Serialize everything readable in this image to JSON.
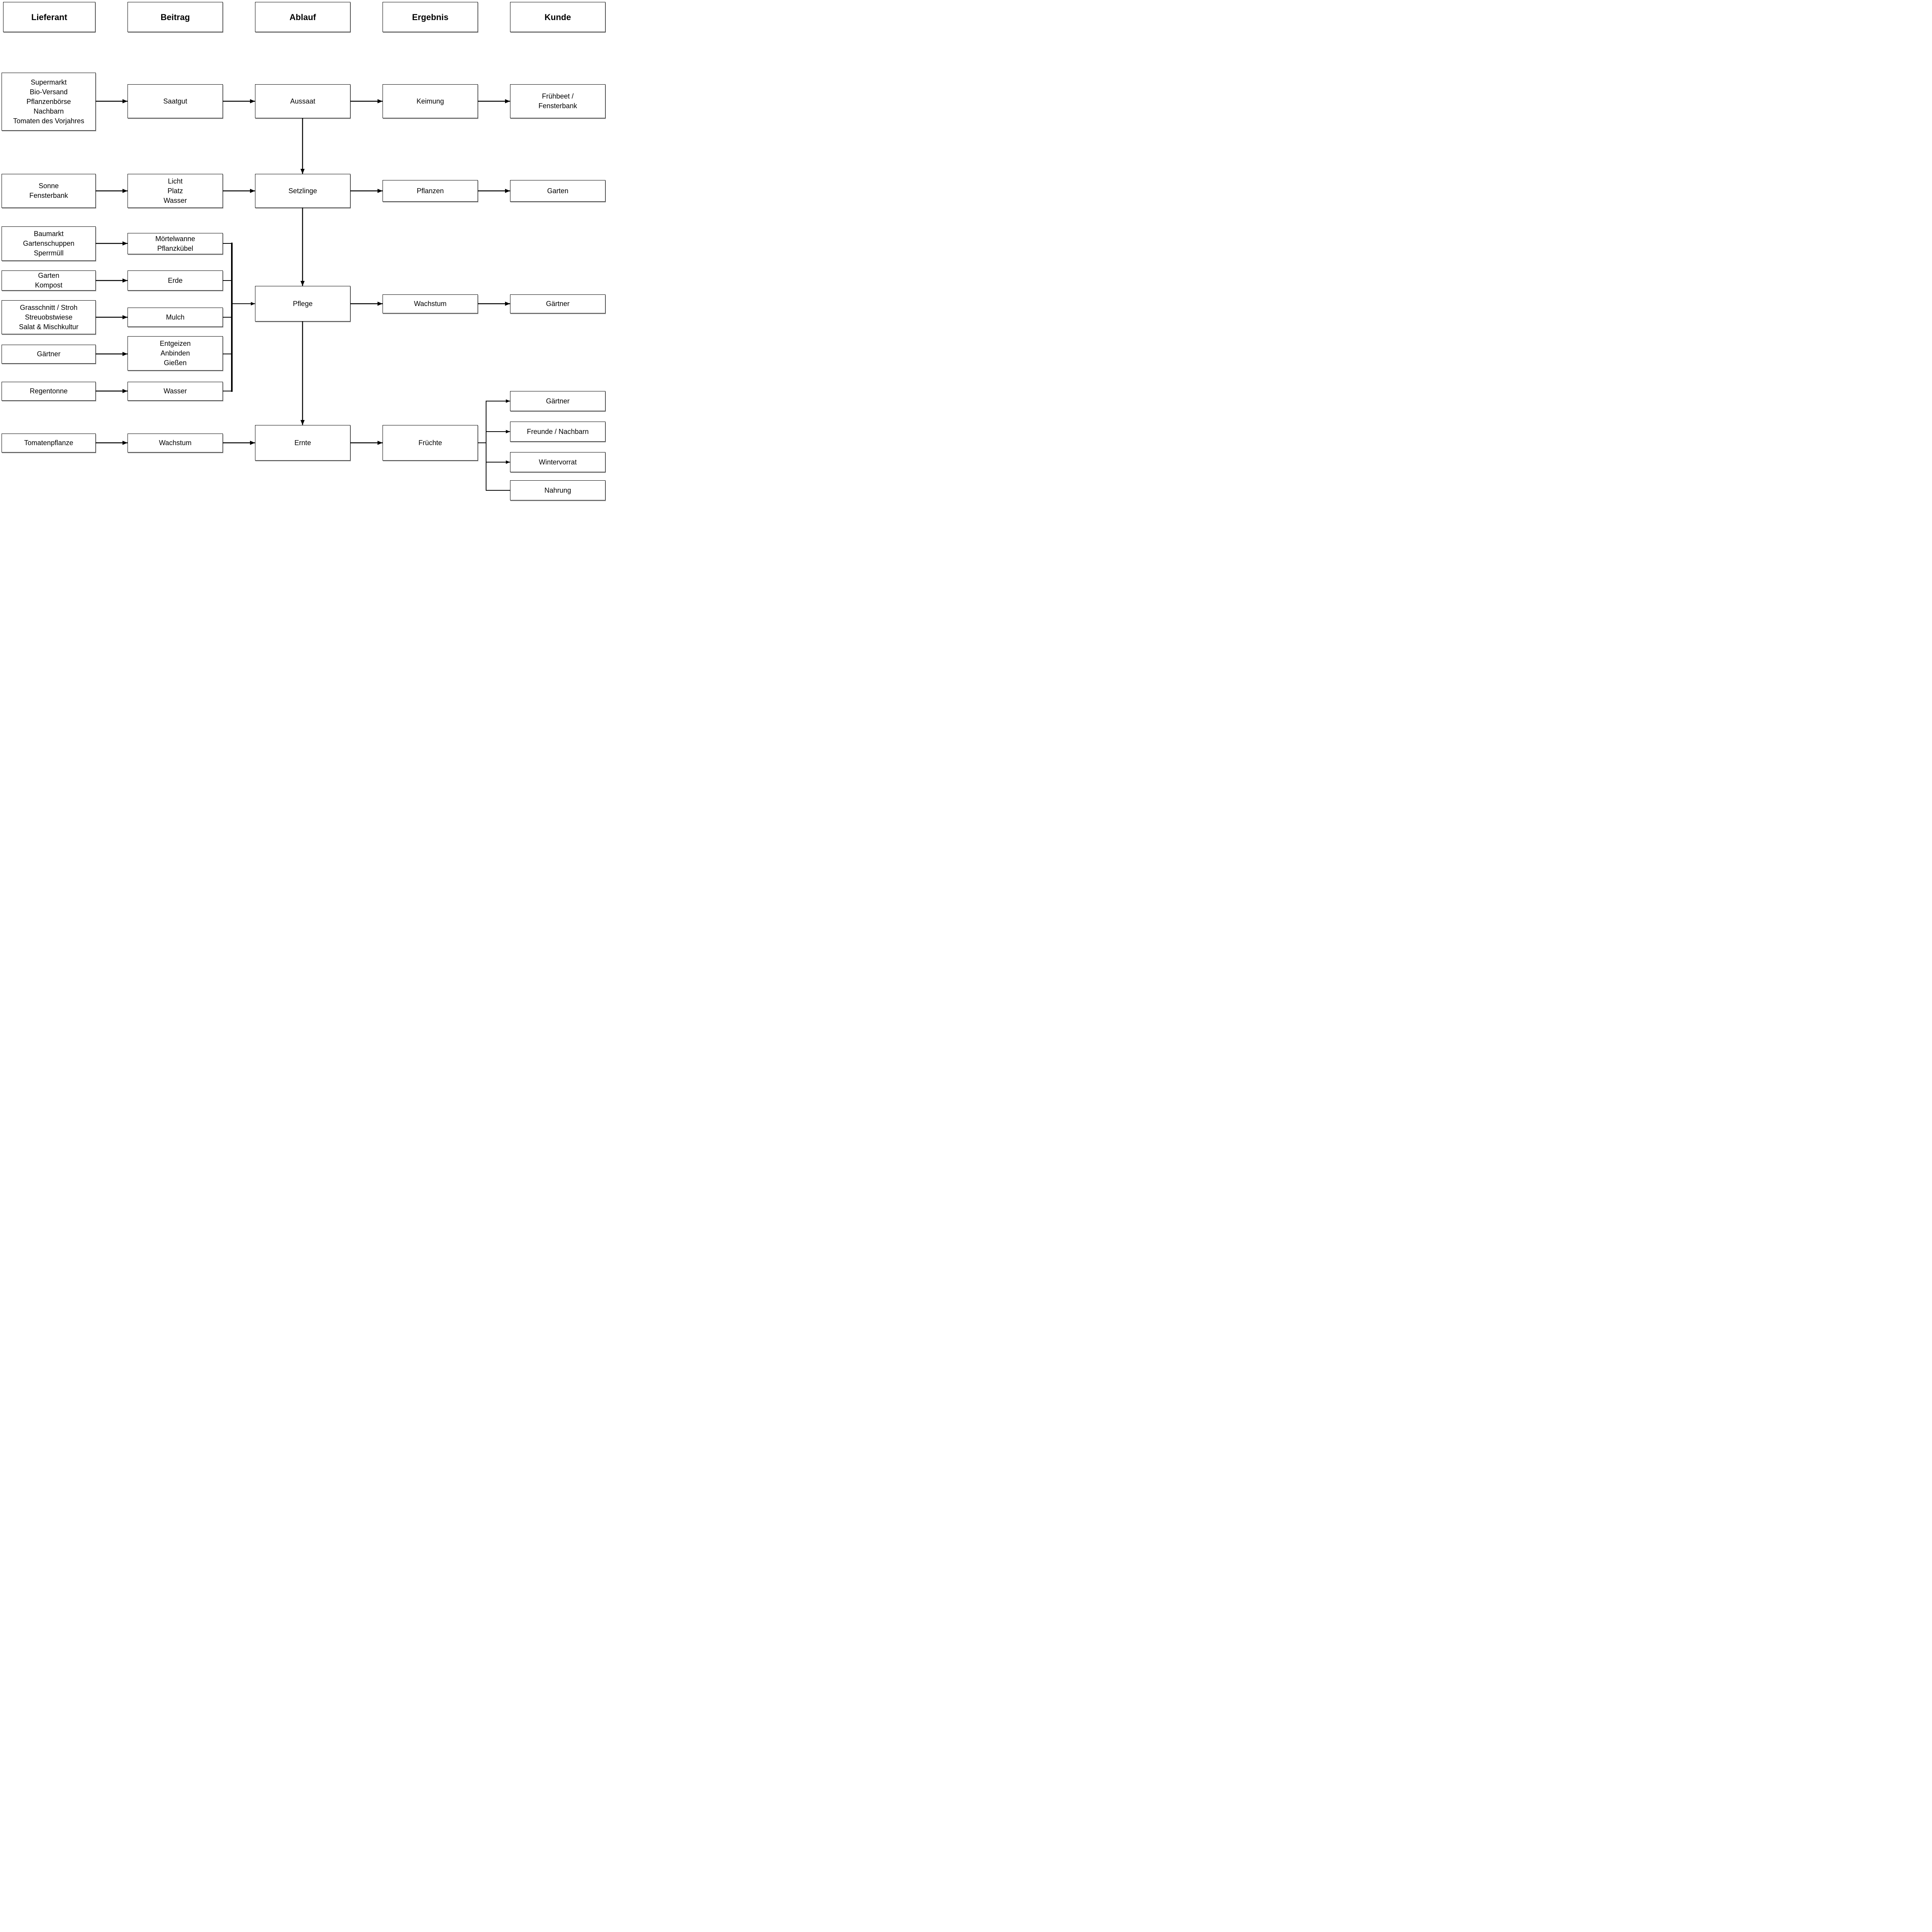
{
  "diagram": {
    "kind": "SIPOC flow diagram (tomato growing process, German)",
    "colors": {
      "line": "#000000",
      "box_border": "#000000",
      "box_fill": "#ffffff",
      "shadow_edge": "#999999",
      "text": "#000000"
    },
    "columns": {
      "lieferant": "Lieferant",
      "beitrag": "Beitrag",
      "ablauf": "Ablauf",
      "ergebnis": "Ergebnis",
      "kunde": "Kunde"
    },
    "nodes": {
      "quellen_saatgut": {
        "label": "Supermarkt\nBio-Versand\nPflanzenbörse\nNachbarn\nTomaten des Vorjahres"
      },
      "saatgut": {
        "label": "Saatgut"
      },
      "aussaat": {
        "label": "Aussaat"
      },
      "keimung": {
        "label": "Keimung"
      },
      "fruehbeet_fensterbank": {
        "label": "Frühbeet /\nFensterbank"
      },
      "sonne_fensterbank": {
        "label": "Sonne\nFensterbank"
      },
      "licht_platz_wasser": {
        "label": "Licht\nPlatz\nWasser"
      },
      "setzlinge": {
        "label": "Setzlinge"
      },
      "pflanzen": {
        "label": "Pflanzen"
      },
      "garten": {
        "label": "Garten"
      },
      "baumarkt_gruppe": {
        "label": "Baumarkt\nGartenschuppen\nSperrmüll"
      },
      "moertelwanne_pflanzkuebel": {
        "label": "Mörtelwanne\nPflanzkübel"
      },
      "garten_kompost": {
        "label": "Garten\nKompost"
      },
      "erde": {
        "label": "Erde"
      },
      "grasschnitt_gruppe": {
        "label": "Grasschnitt / Stroh\nStreuobstwiese\nSalat & Mischkultur"
      },
      "mulch": {
        "label": "Mulch"
      },
      "gaertner_lieferant": {
        "label": "Gärtner"
      },
      "entgeizen_anbinden_giessen": {
        "label": "Entgeizen\nAnbinden\nGießen"
      },
      "regentonne": {
        "label": "Regentonne"
      },
      "wasser": {
        "label": "Wasser"
      },
      "pflege": {
        "label": "Pflege"
      },
      "wachstum_ergebnis": {
        "label": "Wachstum"
      },
      "gaertner_kunde": {
        "label": "Gärtner"
      },
      "tomatenpflanze": {
        "label": "Tomatenpflanze"
      },
      "wachstum_beitrag": {
        "label": "Wachstum"
      },
      "ernte": {
        "label": "Ernte"
      },
      "fruechte": {
        "label": "Früchte"
      },
      "gaertner_kunde2": {
        "label": "Gärtner"
      },
      "freunde_nachbarn": {
        "label": "Freunde / Nachbarn"
      },
      "wintervorrat": {
        "label": "Wintervorrat"
      },
      "nahrung": {
        "label": "Nahrung"
      }
    },
    "edges": [
      {
        "from": "quellen_saatgut",
        "to": "saatgut"
      },
      {
        "from": "saatgut",
        "to": "aussaat"
      },
      {
        "from": "aussaat",
        "to": "keimung"
      },
      {
        "from": "keimung",
        "to": "fruehbeet_fensterbank"
      },
      {
        "from": "aussaat",
        "to": "setzlinge"
      },
      {
        "from": "sonne_fensterbank",
        "to": "licht_platz_wasser"
      },
      {
        "from": "licht_platz_wasser",
        "to": "setzlinge"
      },
      {
        "from": "setzlinge",
        "to": "pflanzen"
      },
      {
        "from": "pflanzen",
        "to": "garten"
      },
      {
        "from": "setzlinge",
        "to": "pflege"
      },
      {
        "from": "baumarkt_gruppe",
        "to": "moertelwanne_pflanzkuebel"
      },
      {
        "from": "garten_kompost",
        "to": "erde"
      },
      {
        "from": "grasschnitt_gruppe",
        "to": "mulch"
      },
      {
        "from": "gaertner_lieferant",
        "to": "entgeizen_anbinden_giessen"
      },
      {
        "from": "regentonne",
        "to": "wasser"
      },
      {
        "from": "moertelwanne_pflanzkuebel",
        "to": "pflege"
      },
      {
        "from": "erde",
        "to": "pflege"
      },
      {
        "from": "mulch",
        "to": "pflege"
      },
      {
        "from": "entgeizen_anbinden_giessen",
        "to": "pflege"
      },
      {
        "from": "wasser",
        "to": "pflege"
      },
      {
        "from": "pflege",
        "to": "wachstum_ergebnis"
      },
      {
        "from": "wachstum_ergebnis",
        "to": "gaertner_kunde"
      },
      {
        "from": "pflege",
        "to": "ernte"
      },
      {
        "from": "tomatenpflanze",
        "to": "wachstum_beitrag"
      },
      {
        "from": "wachstum_beitrag",
        "to": "ernte"
      },
      {
        "from": "ernte",
        "to": "fruechte"
      },
      {
        "from": "fruechte",
        "to": "gaertner_kunde2"
      },
      {
        "from": "fruechte",
        "to": "freunde_nachbarn"
      },
      {
        "from": "fruechte",
        "to": "wintervorrat"
      },
      {
        "from": "fruechte",
        "to": "nahrung"
      }
    ]
  }
}
